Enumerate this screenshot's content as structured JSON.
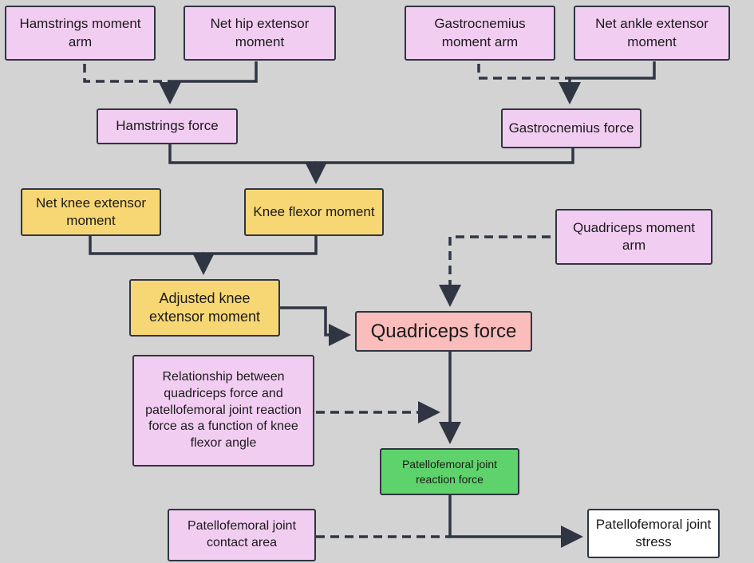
{
  "nodes": {
    "hamstrings_moment_arm": "Hamstrings moment arm",
    "net_hip_extensor_moment": "Net hip extensor moment",
    "gastrocnemius_moment_arm": "Gastrocnemius moment arm",
    "net_ankle_extensor_moment": "Net ankle extensor moment",
    "hamstrings_force": "Hamstrings force",
    "gastrocnemius_force": "Gastrocnemius force",
    "net_knee_extensor_moment": "Net knee extensor moment",
    "knee_flexor_moment": "Knee flexor moment",
    "quadriceps_moment_arm": "Quadriceps moment arm",
    "adjusted_knee_extensor_moment": "Adjusted knee extensor moment",
    "quadriceps_force": "Quadriceps force",
    "relationship": "Relationship between quadriceps force and patellofemoral joint reaction force as a function of knee flexor angle",
    "pfj_reaction_force": "Patellofemoral joint reaction force",
    "pfj_contact_area": "Patellofemoral joint contact area",
    "pfj_stress": "Patellofemoral joint stress"
  },
  "colors": {
    "background": "#d3d3d3",
    "input_pink": "#f2cdf2",
    "moment_yellow": "#f7d774",
    "quadriceps_salmon": "#fbbcbc",
    "reaction_green": "#5fd36b",
    "output_white": "#ffffff",
    "connector": "#2f3542"
  }
}
